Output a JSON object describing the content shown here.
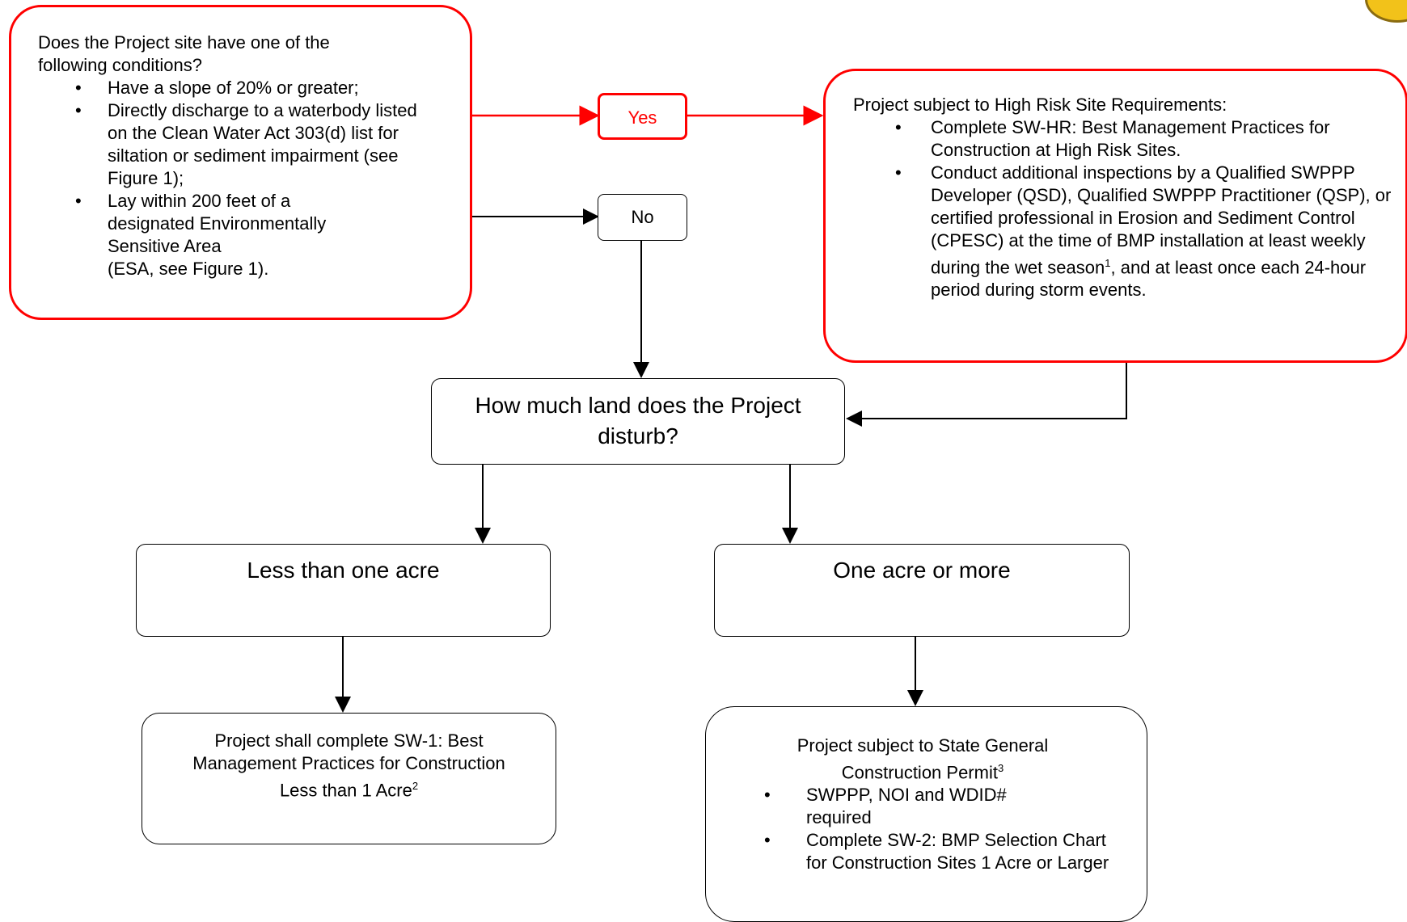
{
  "conditions_box": {
    "question": "Does the Project site have one of the following conditions?",
    "items": [
      "Have a slope of 20% or greater;",
      "Directly discharge to a waterbody listed on the Clean Water Act 303(d) list for siltation or sediment impairment (see Figure 1);",
      "Lay within 200 feet of a designated Environmentally Sensitive Area",
      "(ESA, see Figure 1)."
    ]
  },
  "yes_label": "Yes",
  "no_label": "No",
  "high_risk_box": {
    "title": "Project subject to High Risk Site Requirements:",
    "items": [
      "Complete SW-HR: Best Management Practices for Construction at High Risk Sites.",
      "Conduct additional inspections by a Qualified SWPPP Developer (QSD), Qualified SWPPP Practitioner (QSP), or certified professional in Erosion and Sediment Control (CPESC) at the time of BMP installation at least weekly during the wet season",
      "1",
      ", and at least once each 24-hour period during storm events."
    ]
  },
  "land_question": "How much land does the Project disturb?",
  "less_than_acre": "Less than one acre",
  "one_acre_or_more": "One acre or more",
  "sw1_box": {
    "text": "Project shall complete SW-1: Best Management Practices for Construction Less than 1 Acre",
    "sup": "2"
  },
  "state_permit_box": {
    "title": "Project subject to State General Construction Permit",
    "sup": "3",
    "items": [
      "SWPPP, NOI and WDID# required",
      "Complete SW-2: BMP Selection Chart for Construction Sites 1 Acre or Larger"
    ]
  },
  "colors": {
    "accent": "#ff0000",
    "line": "#000000"
  }
}
